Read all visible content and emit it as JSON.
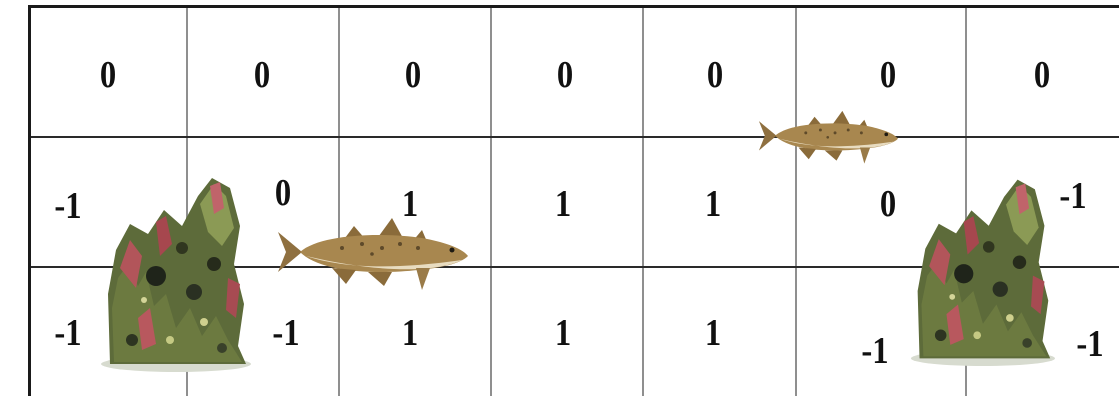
{
  "grid": {
    "rows": [
      [
        "0",
        "0",
        "0",
        "0",
        "0",
        "0",
        "0"
      ],
      [
        "-1",
        "0",
        "1",
        "1",
        "1",
        "0",
        "-1"
      ],
      [
        "-1",
        "-1",
        "1",
        "1",
        "1",
        "-1",
        "-1"
      ]
    ]
  },
  "objects": {
    "rocks": [
      "coral-rock",
      "coral-rock"
    ],
    "fish": [
      "fish",
      "fish"
    ]
  },
  "colors": {
    "grid_line": "#8f8f8f",
    "frame_line": "#1a1a1a",
    "rock_green": "#5d6b3a",
    "rock_red": "#b2555a",
    "fish_body": "#a8874f"
  }
}
